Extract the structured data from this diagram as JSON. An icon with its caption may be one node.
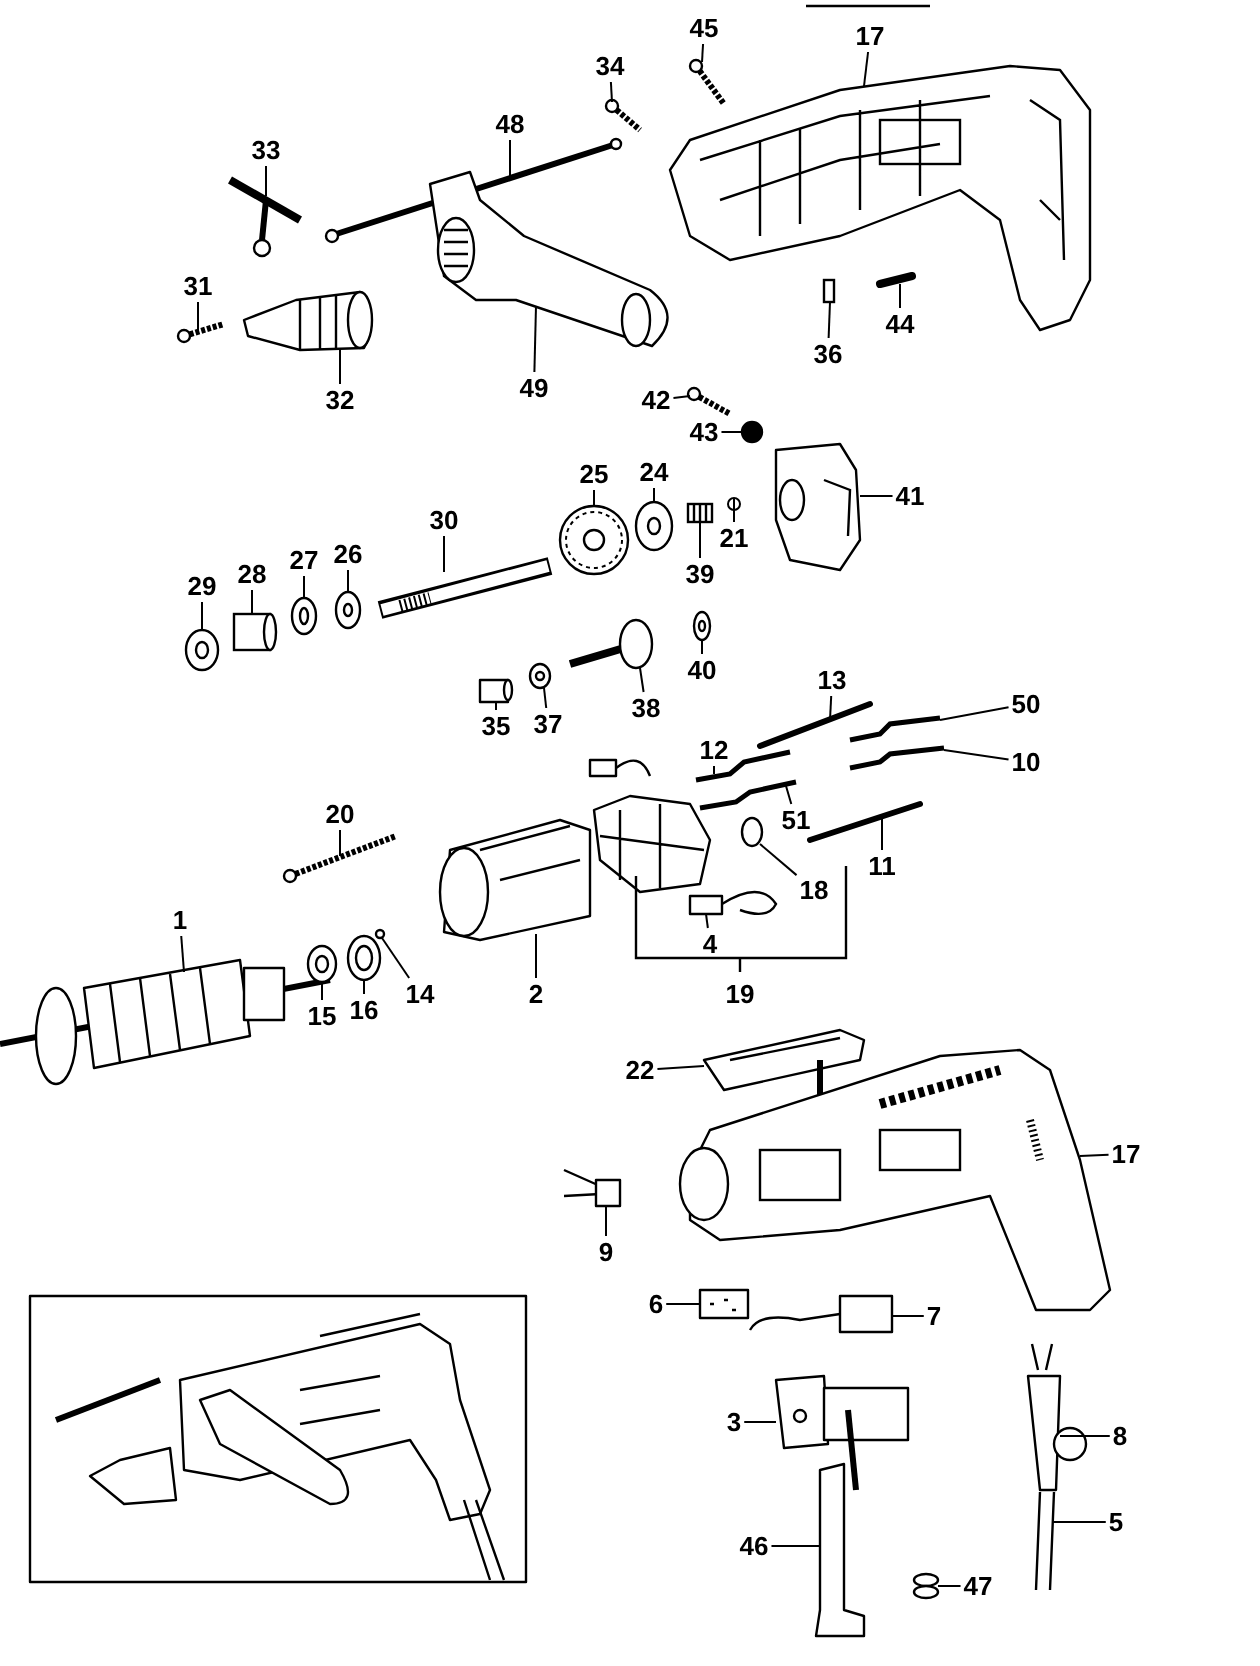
{
  "diagram": {
    "nodes": [
      {
        "text": [
          "45"
        ]
      },
      {
        "text": [
          "17"
        ]
      },
      {
        "text": [
          "34"
        ]
      },
      {
        "text": [
          "48"
        ]
      },
      {
        "text": [
          "33"
        ]
      },
      {
        "text": [
          "31"
        ]
      },
      {
        "text": [
          "32"
        ]
      },
      {
        "text": [
          "49"
        ]
      },
      {
        "text": [
          "36"
        ]
      },
      {
        "text": [
          "44"
        ]
      },
      {
        "text": [
          "42"
        ]
      },
      {
        "text": [
          "43"
        ]
      },
      {
        "text": [
          "41"
        ]
      },
      {
        "text": [
          "25"
        ]
      },
      {
        "text": [
          "24"
        ]
      },
      {
        "text": [
          "21"
        ]
      },
      {
        "text": [
          "30"
        ]
      },
      {
        "text": [
          "39"
        ]
      },
      {
        "text": [
          "26"
        ]
      },
      {
        "text": [
          "27"
        ]
      },
      {
        "text": [
          "28"
        ]
      },
      {
        "text": [
          "29"
        ]
      },
      {
        "text": [
          "40"
        ]
      },
      {
        "text": [
          "38"
        ]
      },
      {
        "text": [
          "35"
        ]
      },
      {
        "text": [
          "37"
        ]
      },
      {
        "text": [
          "13"
        ]
      },
      {
        "text": [
          "50"
        ]
      },
      {
        "text": [
          "10"
        ]
      },
      {
        "text": [
          "12"
        ]
      },
      {
        "text": [
          "51"
        ]
      },
      {
        "text": [
          "11"
        ]
      },
      {
        "text": [
          "18"
        ]
      },
      {
        "text": [
          "20"
        ]
      },
      {
        "text": [
          "1"
        ]
      },
      {
        "text": [
          "4"
        ]
      },
      {
        "text": [
          "14"
        ]
      },
      {
        "text": [
          "15"
        ]
      },
      {
        "text": [
          "16"
        ]
      },
      {
        "text": [
          "2"
        ]
      },
      {
        "text": [
          "22"
        ]
      },
      {
        "text": [
          "17"
        ]
      },
      {
        "text": [
          "9"
        ]
      },
      {
        "text": [
          "6"
        ]
      },
      {
        "text": [
          "7"
        ]
      },
      {
        "text": [
          "3"
        ]
      },
      {
        "text": [
          "8"
        ]
      },
      {
        "text": [
          "5"
        ]
      },
      {
        "text": [
          "46"
        ]
      },
      {
        "text": [
          "47"
        ]
      },
      {
        "text": [],
        "shape": "picture"
      },
      {
        "text": [],
        "shape": "picture"
      },
      {
        "text": [],
        "shape": "picture"
      },
      {
        "text": [],
        "shape": "picture"
      },
      {
        "text": [],
        "shape": "picture"
      },
      {
        "text": [],
        "shape": "picture"
      },
      {
        "text": [],
        "shape": "picture"
      },
      {
        "text": [],
        "shape": "picture"
      },
      {
        "text": [],
        "shape": "box"
      },
      {
        "text": [],
        "shape": "picture"
      },
      {
        "text": [],
        "shape": "picture"
      },
      {
        "text": [],
        "shape": "circle"
      },
      {
        "text": [],
        "shape": "picture"
      },
      {
        "text": [],
        "shape": "picture"
      },
      {
        "text": [],
        "shape": "picture"
      },
      {
        "text": [],
        "shape": "picture"
      },
      {
        "text": [],
        "shape": "picture"
      },
      {
        "text": [],
        "shape": "picture"
      },
      {
        "text": [],
        "shape": "picture"
      },
      {
        "text": [],
        "shape": "picture"
      },
      {
        "text": [],
        "shape": "cylinder"
      },
      {
        "text": [],
        "shape": "picture"
      },
      {
        "text": [],
        "shape": "picture"
      },
      {
        "text": [],
        "shape": "picture"
      },
      {
        "text": [],
        "shape": "picture"
      },
      {
        "text": [],
        "shape": "picture"
      },
      {
        "text": [],
        "shape": "picture"
      },
      {
        "text": [],
        "shape": "picture"
      },
      {
        "text": [],
        "shape": "picture"
      },
      {
        "text": [],
        "shape": "picture"
      },
      {
        "text": [],
        "shape": "picture"
      },
      {
        "text": [],
        "shape": "picture"
      },
      {
        "text": [],
        "shape": "circle"
      },
      {
        "text": [],
        "shape": "picture"
      },
      {
        "text": [],
        "shape": "picture"
      },
      {
        "text": [],
        "shape": "picture"
      },
      {
        "text": [],
        "shape": "circle"
      },
      {
        "text": [],
        "shape": "picture"
      },
      {
        "text": [],
        "shape": "picture"
      },
      {
        "text": [],
        "shape": "picture"
      },
      {
        "text": [],
        "shape": "picture"
      },
      {
        "text": [],
        "shape": "picture"
      },
      {
        "text": [],
        "shape": "picture"
      },
      {
        "text": [],
        "shape": "picture"
      },
      {
        "text": [],
        "shape": "picture"
      },
      {
        "text": [],
        "shape": "picture"
      },
      {
        "text": [],
        "shape": "picture"
      },
      {
        "text": [],
        "shape": "picture"
      },
      {
        "text": [],
        "shape": "picture"
      },
      {
        "text": [],
        "shape": "picture"
      }
    ],
    "edges": [
      {
        "from": 0,
        "to": 50,
        "arrow": "none"
      },
      {
        "from": 1,
        "to": 51,
        "arrow": "none"
      },
      {
        "from": 2,
        "to": 52,
        "arrow": "none"
      },
      {
        "from": 3,
        "to": 53,
        "arrow": "none"
      },
      {
        "from": 4,
        "to": 55,
        "arrow": "none"
      },
      {
        "from": 5,
        "to": 56,
        "arrow": "none"
      },
      {
        "from": 6,
        "to": 57,
        "arrow": "none"
      },
      {
        "from": 7,
        "to": 54,
        "arrow": "none"
      },
      {
        "from": 8,
        "to": 58,
        "arrow": "none"
      },
      {
        "from": 9,
        "to": 59,
        "arrow": "none"
      },
      {
        "from": 10,
        "to": 60,
        "arrow": "none"
      },
      {
        "from": 11,
        "to": 61,
        "arrow": "none"
      },
      {
        "from": 12,
        "to": 62,
        "arrow": "none"
      },
      {
        "from": 13,
        "to": 63,
        "arrow": "none"
      },
      {
        "from": 14,
        "to": 64,
        "arrow": "none"
      },
      {
        "from": 15,
        "to": 66,
        "arrow": "none"
      },
      {
        "from": 16,
        "to": 67,
        "arrow": "none"
      },
      {
        "from": 17,
        "to": 65,
        "arrow": "none"
      },
      {
        "from": 18,
        "to": 68,
        "arrow": "none"
      },
      {
        "from": 19,
        "to": 69,
        "arrow": "none"
      },
      {
        "from": 20,
        "to": 70,
        "arrow": "none"
      },
      {
        "from": 21,
        "to": 71,
        "arrow": "none"
      },
      {
        "from": 22,
        "to": 72,
        "arrow": "none"
      },
      {
        "from": 23,
        "to": 73,
        "arrow": "none"
      },
      {
        "from": 24,
        "to": 74,
        "arrow": "none"
      },
      {
        "from": 25,
        "to": 75,
        "arrow": "none"
      },
      {
        "from": 26,
        "to": 76,
        "arrow": "none"
      },
      {
        "from": 27,
        "to": 77,
        "arrow": "none"
      },
      {
        "from": 28,
        "to": 78,
        "arrow": "none"
      },
      {
        "from": 29,
        "to": 79,
        "arrow": "none"
      },
      {
        "from": 30,
        "to": 80,
        "arrow": "none"
      },
      {
        "from": 31,
        "to": 81,
        "arrow": "none"
      },
      {
        "from": 32,
        "to": 82,
        "arrow": "none"
      },
      {
        "from": 33,
        "to": 83,
        "arrow": "none"
      },
      {
        "from": 34,
        "to": 84,
        "arrow": "none"
      },
      {
        "from": 35,
        "to": 85,
        "arrow": "none"
      },
      {
        "from": 36,
        "to": 86,
        "arrow": "none"
      },
      {
        "from": 37,
        "to": 87,
        "arrow": "none"
      },
      {
        "from": 38,
        "to": 88,
        "arrow": "none"
      },
      {
        "from": 39,
        "to": 89,
        "arrow": "none"
      },
      {
        "from": 40,
        "to": 90,
        "arrow": "none"
      },
      {
        "from": 41,
        "to": 91,
        "arrow": "none"
      },
      {
        "from": 42,
        "to": 92,
        "arrow": "none"
      },
      {
        "from": 43,
        "to": 93,
        "arrow": "none"
      },
      {
        "from": 44,
        "to": 94,
        "arrow": "none"
      },
      {
        "from": 45,
        "to": 95,
        "arrow": "none"
      },
      {
        "from": 46,
        "to": 96,
        "arrow": "none"
      },
      {
        "from": 47,
        "to": 97,
        "arrow": "none"
      },
      {
        "from": 48,
        "to": 98,
        "arrow": "none"
      },
      {
        "from": 49,
        "to": 99,
        "arrow": "none"
      }
    ],
    "labels": [
      "19"
    ]
  }
}
